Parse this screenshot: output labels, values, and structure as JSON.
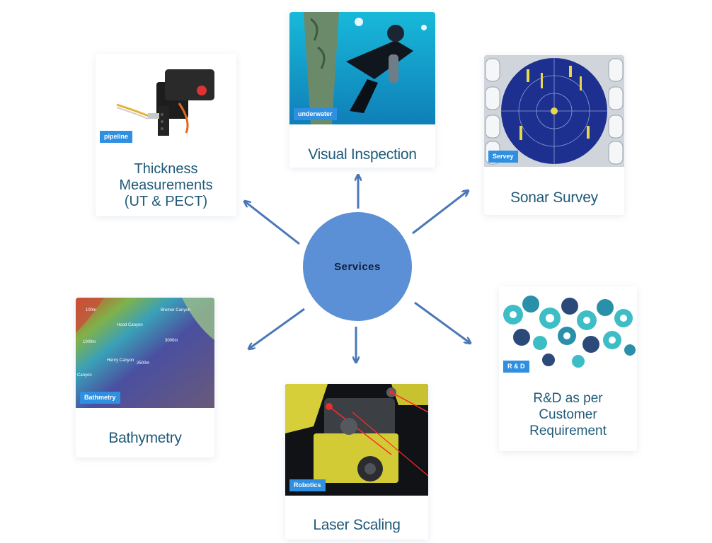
{
  "hub": {
    "label": "Services"
  },
  "cards": {
    "thickness": {
      "tag": "pipeline",
      "title_lines": [
        "Thickness",
        "Measurements",
        "(UT & PECT)"
      ]
    },
    "visual": {
      "tag": "underwater",
      "title": "Visual Inspection"
    },
    "sonar": {
      "tag": "Servey",
      "title": "Sonar Survey"
    },
    "bathymetry": {
      "tag": "Bathmetry",
      "title": "Bathymetry",
      "map_labels": [
        "100m",
        "Bremer Canyon",
        "Hood Canyon",
        "1000m",
        "3000m",
        "Henry Canyon",
        "2500m",
        "Canyon"
      ]
    },
    "laser": {
      "tag": "Robotics",
      "title": "Laser Scaling"
    },
    "rd": {
      "tag": "R & D",
      "title_lines": [
        "R&D as per",
        "Customer",
        "Requirement"
      ]
    }
  },
  "colors": {
    "arrow": "#4a77b8",
    "hub": "#5b8fd6",
    "tag": "#2f8fe0",
    "title": "#1f5a78"
  }
}
